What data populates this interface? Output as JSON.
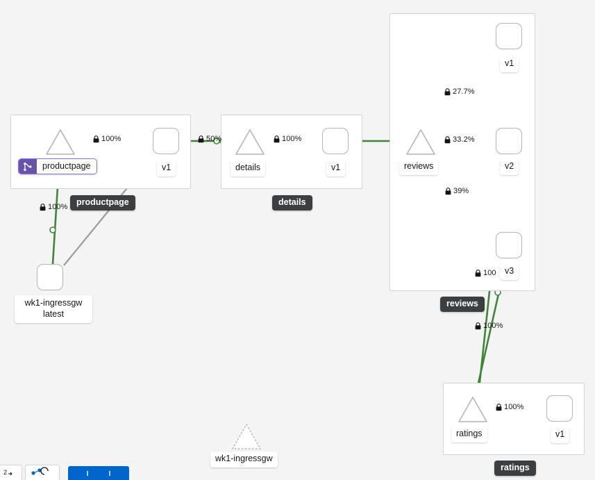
{
  "graph": {
    "background_color": "#f4f4f4",
    "edge_color_healthy": "#3e8635",
    "edge_color_idle": "#9a9a9a",
    "badge_color": "#6753ac",
    "group_chip_color": "#3c3f42"
  },
  "groups": [
    {
      "id": "productpage",
      "chip_label": "productpage"
    },
    {
      "id": "details",
      "chip_label": "details"
    },
    {
      "id": "reviews",
      "chip_label": "reviews"
    },
    {
      "id": "ratings",
      "chip_label": "ratings"
    }
  ],
  "nodes": {
    "productpage_service": {
      "label": "productpage",
      "type": "service",
      "badge": "virtual-service"
    },
    "productpage_v1": {
      "label": "v1",
      "type": "workload"
    },
    "details_service": {
      "label": "details",
      "type": "service"
    },
    "details_v1": {
      "label": "v1",
      "type": "workload"
    },
    "reviews_service": {
      "label": "reviews",
      "type": "service"
    },
    "reviews_v1": {
      "label": "v1",
      "type": "workload"
    },
    "reviews_v2": {
      "label": "v2",
      "type": "workload"
    },
    "reviews_v3": {
      "label": "v3",
      "type": "workload"
    },
    "ratings_service": {
      "label": "ratings",
      "type": "service"
    },
    "ratings_v1": {
      "label": "v1",
      "type": "workload"
    },
    "ingressgw_workload": {
      "label_line1": "wk1-ingressgw",
      "label_line2": "latest",
      "type": "workload"
    },
    "ingressgw_service": {
      "label": "wk1-ingressgw",
      "type": "service",
      "state": "idle"
    }
  },
  "edges": [
    {
      "id": "gw-to-productpage",
      "rate": "100%",
      "mtls": true,
      "status": "healthy"
    },
    {
      "id": "productpage-to-v1",
      "rate": "100%",
      "mtls": true,
      "status": "healthy"
    },
    {
      "id": "productpage-to-details",
      "rate": "50%",
      "mtls": true,
      "status": "healthy"
    },
    {
      "id": "details-to-v1",
      "rate": "100%",
      "mtls": true,
      "status": "healthy"
    },
    {
      "id": "reviews-to-v1",
      "rate": "27.7%",
      "mtls": true,
      "status": "healthy"
    },
    {
      "id": "reviews-to-v2",
      "rate": "33.2%",
      "mtls": true,
      "status": "healthy"
    },
    {
      "id": "reviews-to-v3",
      "rate": "39%",
      "mtls": true,
      "status": "healthy"
    },
    {
      "id": "v3-to-ratings",
      "rate": "100",
      "mtls": true,
      "status": "healthy"
    },
    {
      "id": "v2-to-ratings",
      "rate": "100%",
      "mtls": true,
      "status": "healthy"
    },
    {
      "id": "ratings-to-v1",
      "rate": "100%",
      "mtls": true,
      "status": "healthy"
    }
  ]
}
